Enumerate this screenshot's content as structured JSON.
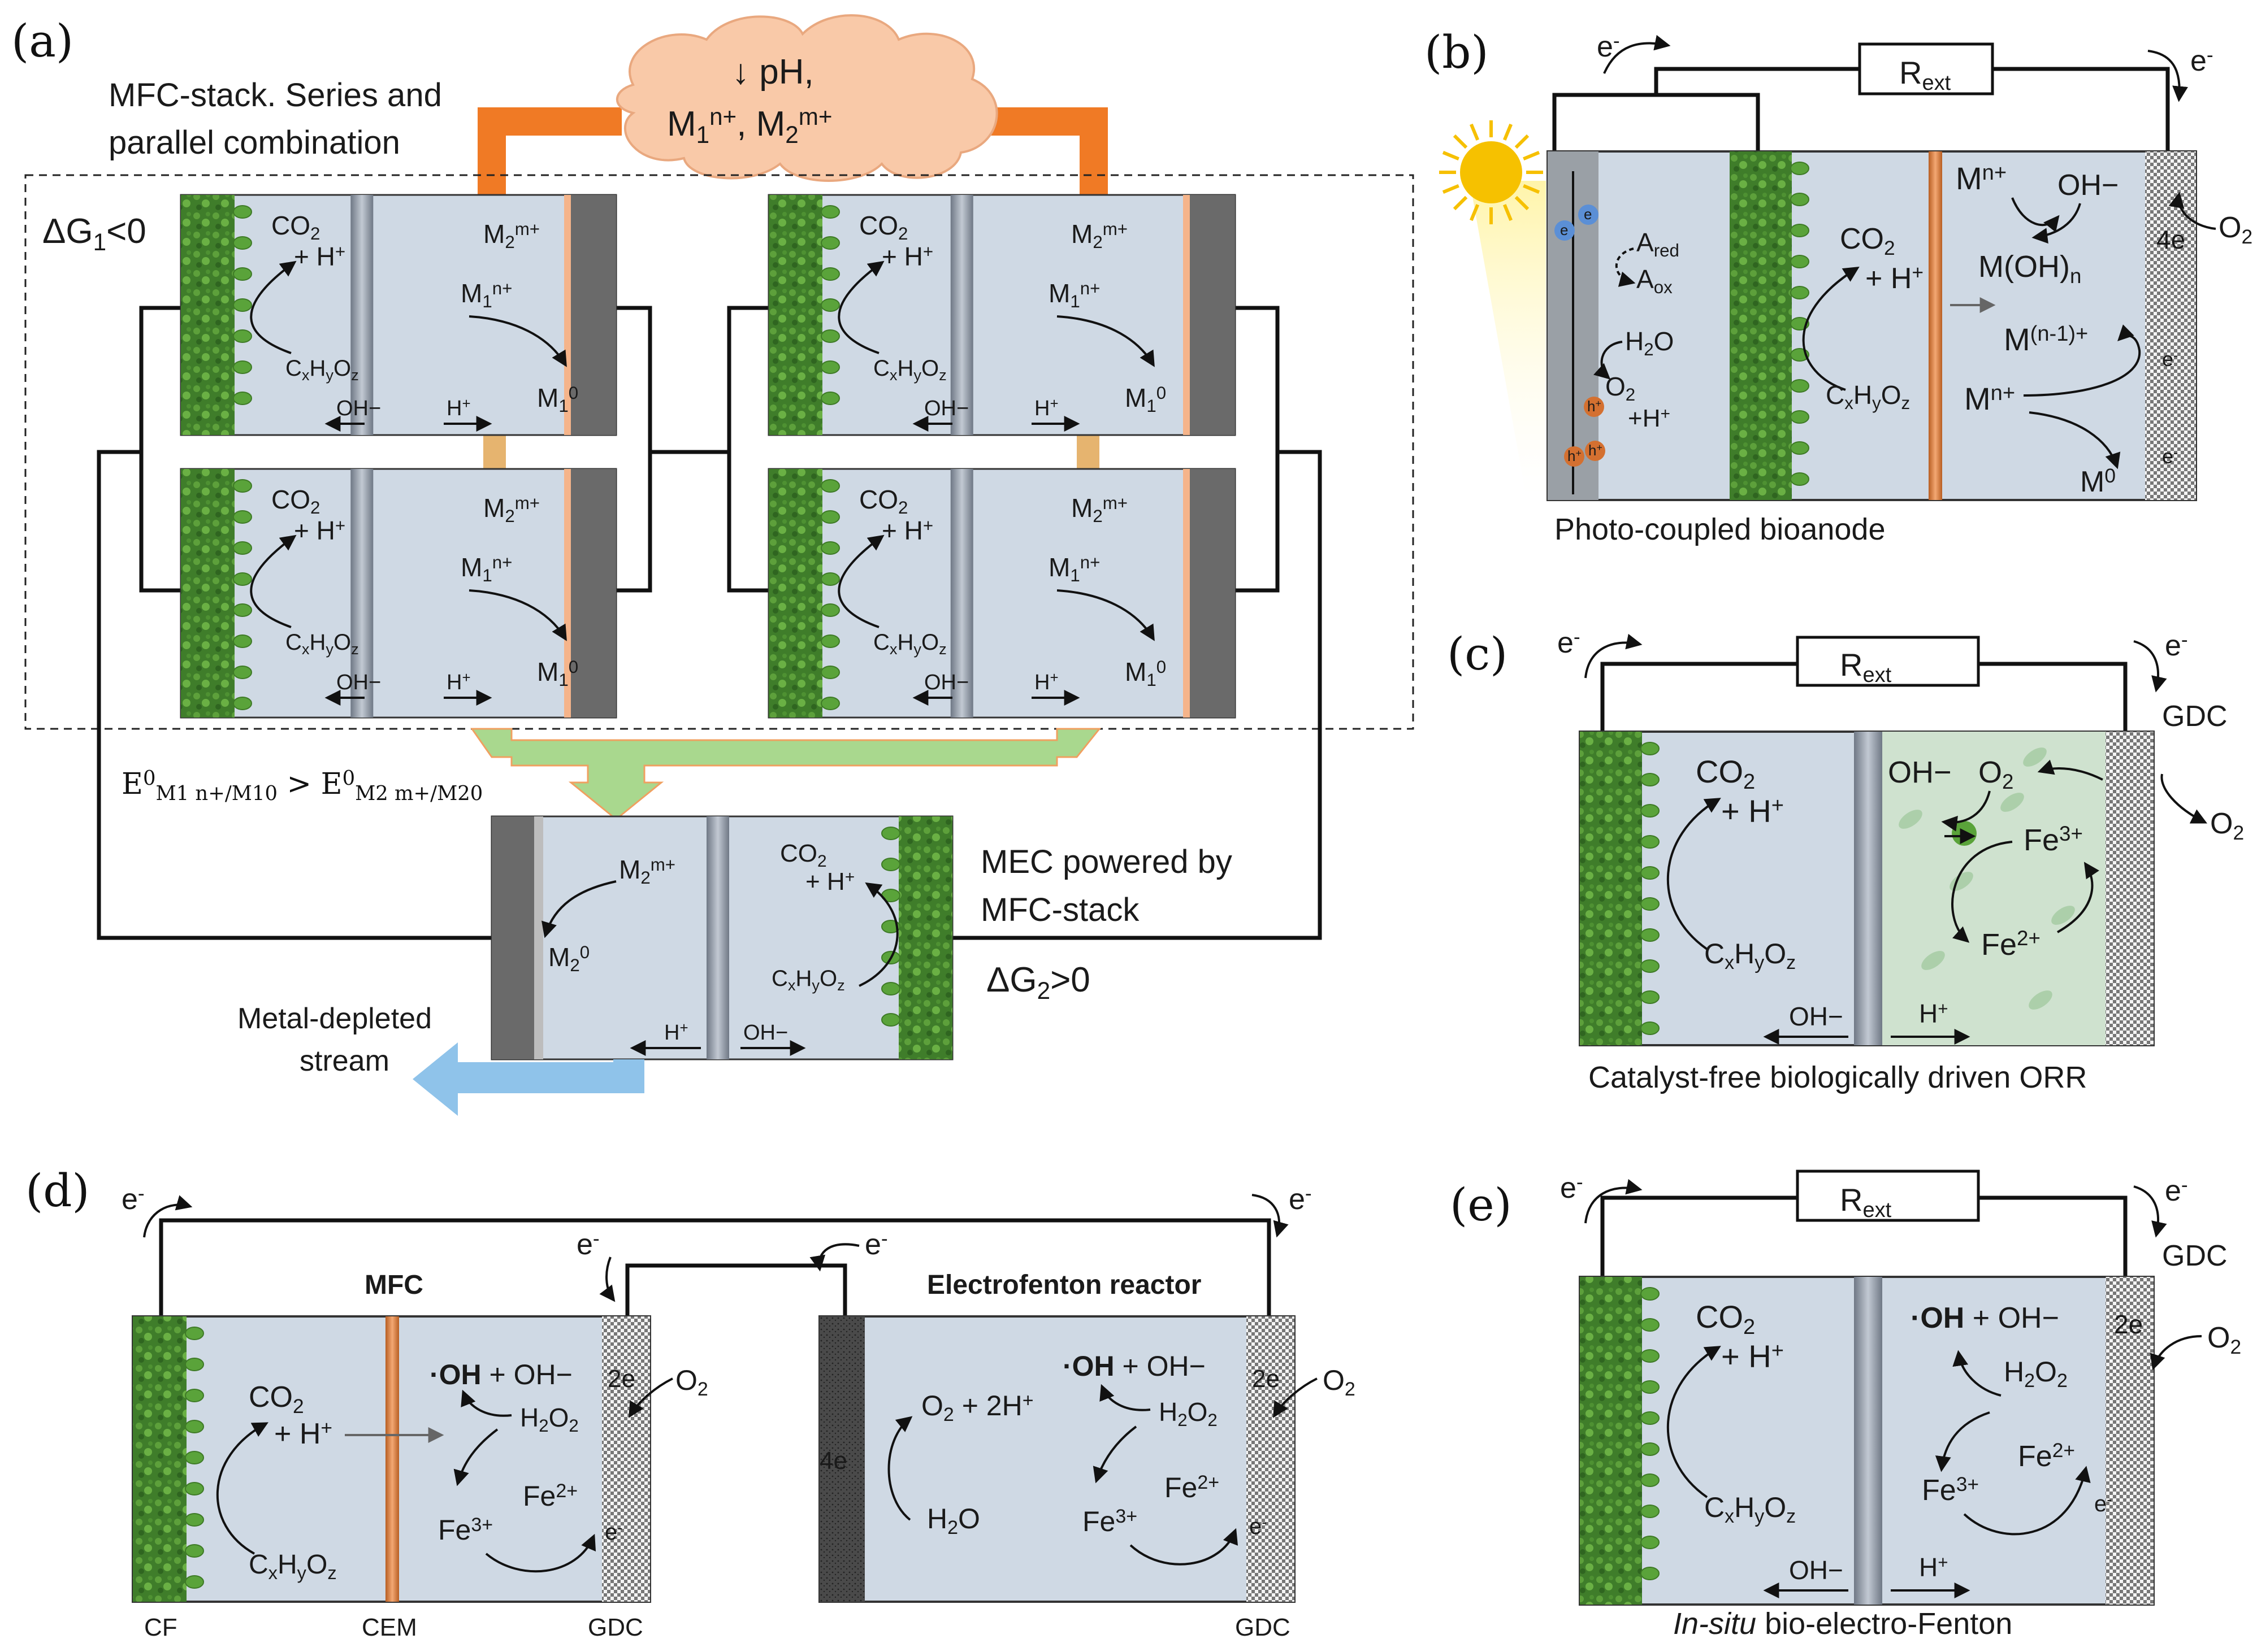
{
  "panels": {
    "a": {
      "letter": "(a)",
      "stack_title_1": "MFC-stack. Series and",
      "stack_title_2": "parallel combination",
      "cloud_line1": "↓ pH,",
      "cloud_m1": "M",
      "cloud_m1_sub": "1",
      "cloud_m1_sup": "n+",
      "cloud_sep": ", M",
      "cloud_m2_sub": "2",
      "cloud_m2_sup": "m+",
      "dg1": "ΔG",
      "dg1_sub": "1",
      "dg1_rest": "<0",
      "dg2": "ΔG",
      "dg2_sub": "2",
      "dg2_rest": ">0",
      "cell": {
        "co2": "CO",
        "co2_sub": "2",
        "hplus": "+ H",
        "hplus_sup": "+",
        "cxhyoz_c": "C",
        "cxhyoz_x": "x",
        "cxhyoz_h": "H",
        "cxhyoz_y": "y",
        "cxhyoz_o": "O",
        "cxhyoz_z": "z",
        "m2": "M",
        "m2_sub": "2",
        "m2_sup": "m+",
        "m1": "M",
        "m1_sub": "1",
        "m1_sup": "n+",
        "m10": "M",
        "m10_sub": "1",
        "m10_sup": "0",
        "oh": "OH−",
        "h": "H",
        "h_sup": "+"
      },
      "e_rel": "E",
      "mec_label_1": "MEC powered by",
      "mec_label_2": "MFC-stack",
      "mec_m2": "M",
      "mec_m2_sub": "2",
      "mec_m2_sup": "m+",
      "mec_m20": "M",
      "mec_m20_sub": "2",
      "mec_m20_sup": "0",
      "metal_depleted_1": "Metal-depleted",
      "metal_depleted_2": "stream"
    },
    "b": {
      "letter": "(b)",
      "rext": "R",
      "rext_sub": "ext",
      "e_left": "e",
      "e_right": "e",
      "e_sup": "-",
      "a_red": "A",
      "a_red_sub": "red",
      "a_ox": "A",
      "a_ox_sub": "ox",
      "h2o": "H",
      "h2o_sub": "2",
      "h2o_o": "O",
      "o2": "O",
      "o2_sub": "2",
      "plus_h": "+H",
      "plus_h_sup": "+",
      "co2": "CO",
      "co2_sub": "2",
      "hplus": "+ H",
      "hplus_sup": "+",
      "mn": "M",
      "mn_sup": "n+",
      "oh": "OH−",
      "moh": "M(OH)",
      "moh_sub": "n",
      "m_n1": "M",
      "m_n1_sup": "(n-1)+",
      "m_n2": "M",
      "m_n2_sup": "n+",
      "m0": "M",
      "m0_sup": "0",
      "fourE": "4e",
      "o2_right": "O",
      "o2_right_sub": "2",
      "hole": "h",
      "hole_sup": "+",
      "electron": "e",
      "caption": "Photo-coupled bioanode",
      "cxhyoz": "C"
    },
    "c": {
      "letter": "(c)",
      "rext": "R",
      "rext_sub": "ext",
      "gdc": "GDC",
      "co2": "CO",
      "co2_sub": "2",
      "hplus": "+ H",
      "hplus_sup": "+",
      "oh": "OH−",
      "o2": "O",
      "o2_sub": "2",
      "fe3": "Fe",
      "fe3_sup": "3+",
      "fe2": "Fe",
      "fe2_sup": "2+",
      "h": "H",
      "h_sup": "+",
      "caption": "Catalyst-free biologically driven ORR"
    },
    "d": {
      "letter": "(d)",
      "mfc": "MFC",
      "reactor": "Electrofenton reactor",
      "oh_rad": "·OH",
      "oh_rest": " + OH−",
      "h2o2": "H",
      "two_e": "2e",
      "four_e": "4e",
      "o2_2h": "O",
      "o2_2h_rest": " + 2H",
      "h2o": "H",
      "cf": "CF",
      "cem": "CEM",
      "gdc": "GDC",
      "fe2": "Fe",
      "fe3": "Fe"
    },
    "e": {
      "letter": "(e)",
      "rext": "R",
      "rext_sub": "ext",
      "gdc": "GDC",
      "oh_rad": "·OH",
      "oh_rest": " + OH−",
      "two_e": "2e",
      "caption_it": "In-situ",
      "caption_rest": " bio-electro-Fenton"
    }
  },
  "colors": {
    "cell_fill": "#cfd9e4",
    "electrode_dark": "#6a6a6a",
    "membrane": "#8b95a3",
    "orange_pipe": "#f07a25",
    "green_arrow": "#a9d88e",
    "blue_arrow": "#8fc3ea",
    "biofilm": "#4b8a32",
    "cathode_c": "#cfe2cf",
    "cem": "#d07a3a"
  }
}
